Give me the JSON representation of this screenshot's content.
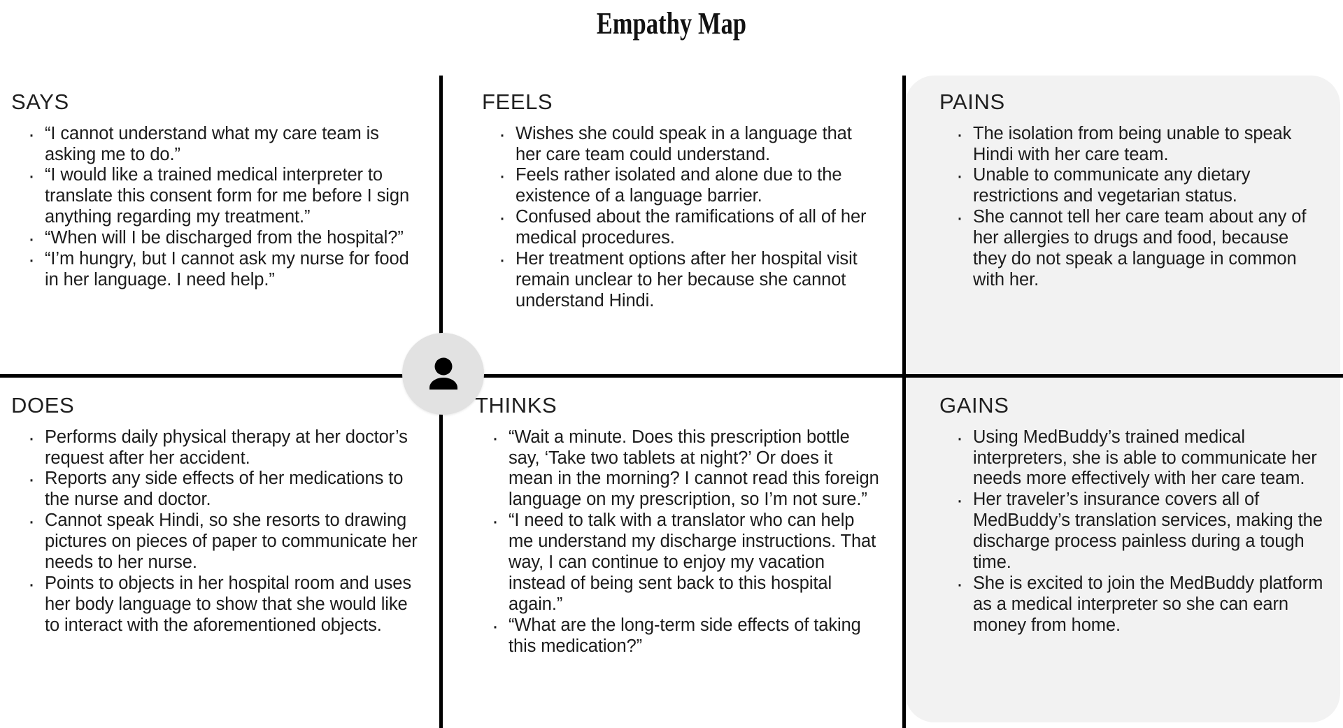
{
  "page": {
    "title": "Empathy Map",
    "accent_panel_color": "#f2f2f2",
    "divider_color": "#000000",
    "avatar_bg_color": "#e2e2e2",
    "avatar_icon": "person-icon"
  },
  "quadrants": {
    "says": {
      "heading": "SAYS",
      "items": [
        "“I cannot understand what my care team is asking me to do.”",
        "“I would like a trained medical interpreter to translate this consent form for me before I sign anything regarding my treatment.”",
        "“When will I be discharged from the hospital?”",
        "“I’m hungry, but I cannot ask my nurse for food in her language. I need help.”"
      ]
    },
    "feels": {
      "heading": "FEELS",
      "items": [
        "Wishes she could speak in a language that her care team could understand.",
        "Feels rather isolated and alone due to the existence of a language barrier.",
        "Confused about the ramifications of all of her medical procedures.",
        "Her treatment options after her hospital visit remain unclear to her because she cannot understand Hindi."
      ]
    },
    "pains": {
      "heading": "PAINS",
      "items": [
        "The isolation from being unable to speak Hindi with her care team.",
        "Unable to communicate any dietary restrictions and vegetarian status.",
        "She cannot tell her care team about any of her allergies to drugs and food, because they do not speak a language in common with her."
      ]
    },
    "does": {
      "heading": "DOES",
      "items": [
        "Performs daily physical therapy at her doctor’s request after her accident.",
        "Reports any side effects of her medications to the nurse and doctor.",
        "Cannot speak Hindi, so she resorts to drawing pictures on pieces of paper to communicate her needs to her nurse.",
        "Points to objects in her hospital room and uses her body language to show that she would like to interact with the aforementioned objects."
      ]
    },
    "thinks": {
      "heading": "THINKS",
      "items": [
        "“Wait a minute. Does this prescription bottle say, ‘Take two tablets at night?’ Or does it mean in the morning? I cannot read this foreign language on my prescription, so I’m not sure.”",
        "“I need to talk with a translator who can help me understand my discharge instructions. That way, I can continue to enjoy my vacation instead of being sent back to this hospital again.”",
        "“What are the long-term side effects of taking this medication?”"
      ]
    },
    "gains": {
      "heading": "GAINS",
      "items": [
        "Using MedBuddy’s trained medical interpreters, she is able to communicate her needs more effectively with her care team.",
        "Her traveler’s insurance covers all of MedBuddy’s translation services, making the discharge process painless during a tough time.",
        "She is excited to join the MedBuddy platform as a medical interpreter so she can earn money from home."
      ]
    }
  }
}
